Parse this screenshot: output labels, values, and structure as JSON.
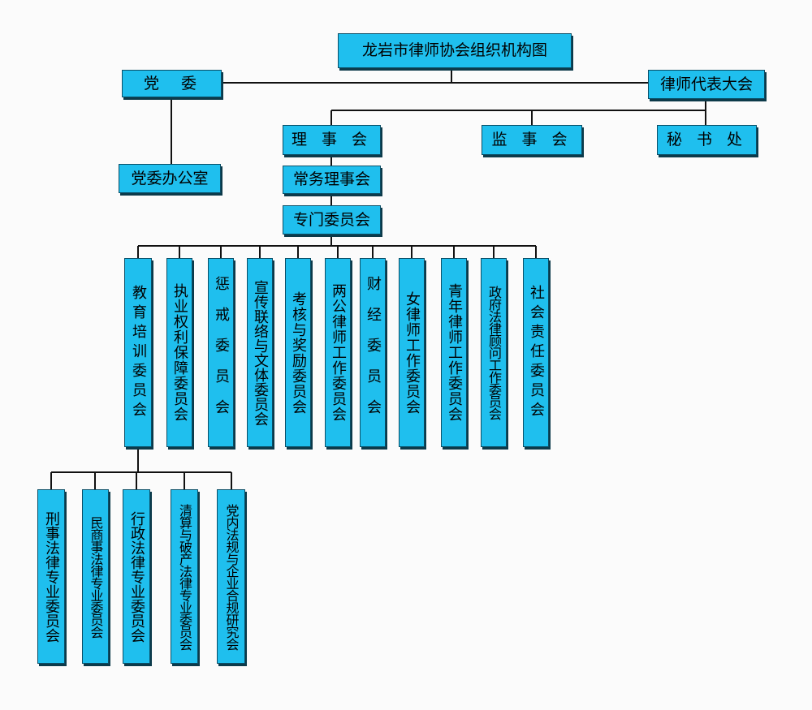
{
  "diagram": {
    "title": "龙岩市律师协会组织机构图",
    "party_committee": "党　委",
    "party_office": "党委办公室",
    "congress": "律师代表大会",
    "council": "理 事 会",
    "supervisory": "监 事 会",
    "secretariat": "秘 书 处",
    "standing_council": "常务理事会",
    "special_committees": "专门委员会",
    "committees": [
      "教育培训委员会",
      "执业权利保障委员会",
      "惩戒委员会",
      "宣传联络与文体委员会",
      "考核与奖励委员会",
      "两公律师工作委员会",
      "财经委员会",
      "女律师工作委员会",
      "青年律师工作委员会",
      "政府法律顾问工作委员会",
      "社会责任委员会"
    ],
    "subcommittees": [
      "刑事法律专业委员会",
      "民商事法律专业委员会",
      "行政法律专业委员会",
      "清算与破产法律专业委员会",
      "党内法规与企业合规研究会"
    ]
  },
  "colors": {
    "box": "#1fbfee",
    "line": "#111111",
    "text": "#000000"
  }
}
